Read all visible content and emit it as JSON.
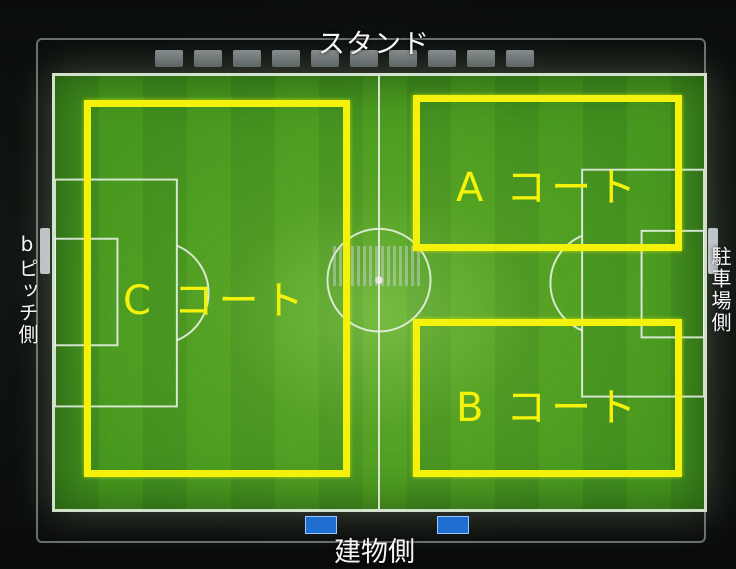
{
  "labels": {
    "top": "スタンド",
    "bottom": "建物側",
    "left": "bピッチ側",
    "right": "駐車場側"
  },
  "courts": {
    "a": "A コート",
    "b": "B コート",
    "c": "C コート"
  },
  "colors": {
    "court_outline": "#f4f20a",
    "court_label": "#f4f20a",
    "pitch_green": "#3f8d1e",
    "line_white": "#ebf0eb",
    "bench_blue": "#1e6fd1"
  }
}
